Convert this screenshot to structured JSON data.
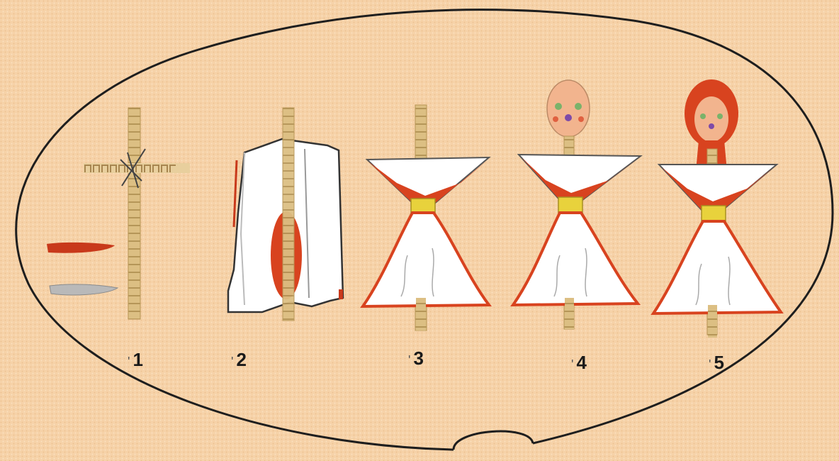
{
  "steps": [
    {
      "tick": "'",
      "number": "1"
    },
    {
      "tick": "'",
      "number": "2"
    },
    {
      "tick": "'",
      "number": "3"
    },
    {
      "tick": "'",
      "number": "4"
    },
    {
      "tick": "'",
      "number": "5"
    }
  ],
  "colors": {
    "background": "#f6d2a8",
    "outline": "#1e1e1e",
    "stick": "#d9b97a",
    "stick_ticks": "#a8884a",
    "fabric_white": "#ffffff",
    "fabric_red": "#d8431f",
    "belt_yellow": "#e8d23c",
    "face": "#f2b48e"
  }
}
